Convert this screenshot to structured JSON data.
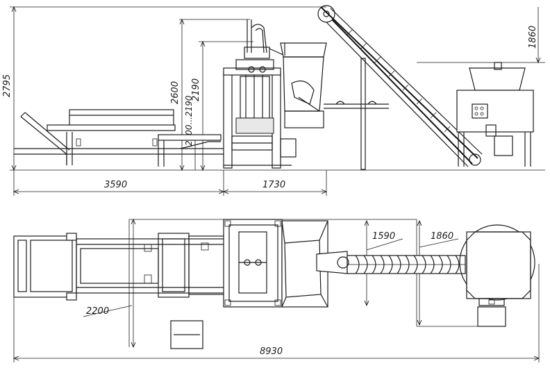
{
  "dimensions": {
    "side_view": {
      "overall_height": "2795",
      "press_height": "2600",
      "mold_height": "2190",
      "mold_height_alt": "2000...2190",
      "mixer_top": "1860",
      "conveyor_length": "3590",
      "press_length": "1730"
    },
    "plan_view": {
      "width": "2200",
      "auger_width": "1590",
      "mixer_width": "1860",
      "overall_length": "8930"
    }
  }
}
